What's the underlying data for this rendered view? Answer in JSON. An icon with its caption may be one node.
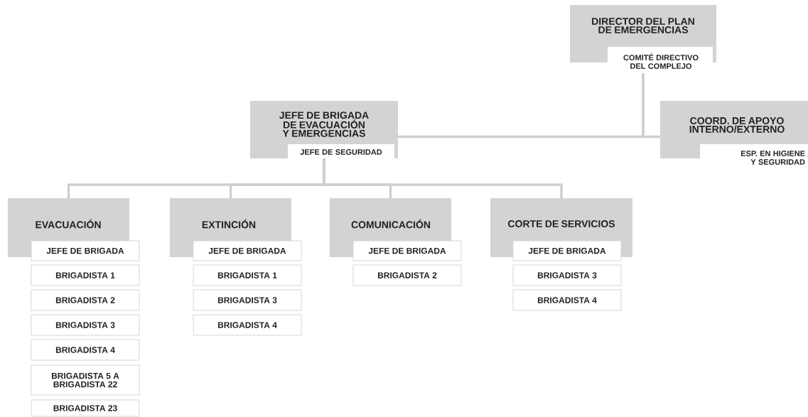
{
  "diagram": {
    "nodes": [
      {
        "text": [
          "DIRECTOR DEL PLAN DE EMERGENCIAS",
          "COMITÉ DIRECTIVO DEL COMPLEJO"
        ]
      },
      {
        "text": [
          "JEFE DE BRIGADA DE EVACUACIÓN Y EMERGENCIAS",
          "JEFE DE SEGURIDAD"
        ]
      },
      {
        "text": [
          "COORD. DE APOYO INTERNO/EXTERNO",
          "ESP. EN HIGIENE Y SEGURIDAD"
        ]
      },
      {
        "text": [
          "EVACUACIÓN"
        ]
      },
      {
        "text": [
          "JEFE DE BRIGADA"
        ]
      },
      {
        "text": [
          "BRIGADISTA 1"
        ]
      },
      {
        "text": [
          "BRIGADISTA 2"
        ]
      },
      {
        "text": [
          "BRIGADISTA 3"
        ]
      },
      {
        "text": [
          "BRIGADISTA 4"
        ]
      },
      {
        "text": [
          "BRIGADISTA 5 A BRIGADISTA 22"
        ]
      },
      {
        "text": [
          "BRIGADISTA 23"
        ]
      },
      {
        "text": [
          "EXTINCIÓN"
        ]
      },
      {
        "text": [
          "JEFE DE BRIGADA"
        ]
      },
      {
        "text": [
          "BRIGADISTA 1"
        ]
      },
      {
        "text": [
          "BRIGADISTA 3"
        ]
      },
      {
        "text": [
          "BRIGADISTA 4"
        ]
      },
      {
        "text": [
          "COMUNICACIÓN"
        ]
      },
      {
        "text": [
          "JEFE DE BRIGADA"
        ]
      },
      {
        "text": [
          "BRIGADISTA 2"
        ]
      },
      {
        "text": [
          "CORTE DE SERVICIOS"
        ]
      },
      {
        "text": [
          "JEFE DE BRIGADA"
        ]
      },
      {
        "text": [
          "BRIGADISTA 3"
        ]
      },
      {
        "text": [
          "BRIGADISTA 4"
        ]
      }
    ],
    "edges": [
      {
        "from": 0,
        "to": 1,
        "arrow": "none"
      },
      {
        "from": 0,
        "to": 2,
        "arrow": "none"
      },
      {
        "from": 1,
        "to": 3,
        "arrow": "none"
      },
      {
        "from": 1,
        "to": 11,
        "arrow": "none"
      },
      {
        "from": 1,
        "to": 16,
        "arrow": "none"
      },
      {
        "from": 1,
        "to": 19,
        "arrow": "none"
      }
    ]
  }
}
